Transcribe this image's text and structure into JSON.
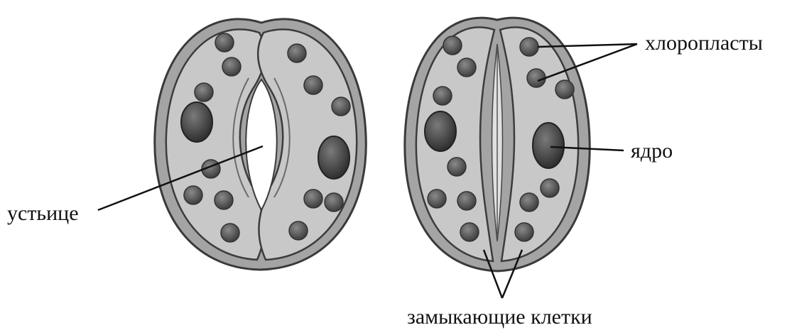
{
  "labels": {
    "stoma": "устьице",
    "chloroplasts": "хлоропласты",
    "nucleus": "ядро",
    "guard_cells": "замыкающие клетки"
  },
  "colors": {
    "outer_cell": "#a2a2a2",
    "outer_edge": "#3a3a3a",
    "guard_cell": "#c9c9c9",
    "chloroplast": "#5a5a5a",
    "nucleus": "#4a4a4a",
    "pore": "#ffffff",
    "leader_line": "#111111"
  }
}
